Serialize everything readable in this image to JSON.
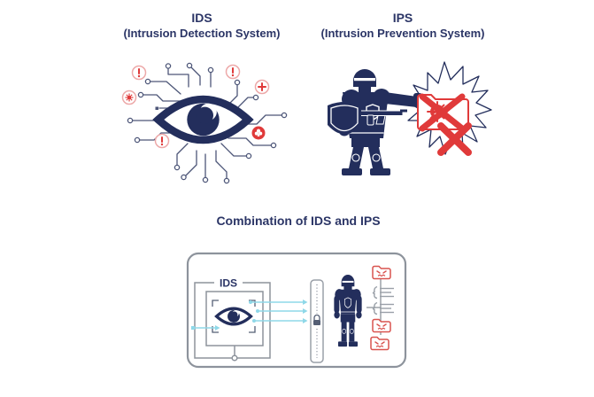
{
  "ids_section": {
    "title": "IDS",
    "subtitle": "(Intrusion Detection System)"
  },
  "ips_section": {
    "title": "IPS",
    "subtitle": "(Intrusion Prevention System)"
  },
  "combination_section": {
    "title": "Combination of IDS and IPS",
    "ids_box_label": "IDS"
  },
  "icons": {
    "ids_illustration": "eye-with-circuit-traces-and-threat-badges",
    "ids_badges": [
      "alert-exclamation-icon",
      "virus-icon",
      "alert-exclamation-icon",
      "alert-exclamation-icon",
      "medical-cross-icon",
      "malware-bug-icon"
    ],
    "ips_illustration": "armored-guard-with-shield-blocking-malware-folder",
    "ips_elements": [
      "guard-knight-icon",
      "shield-icon",
      "rifle-icon",
      "burst-icon",
      "blocked-folder-icon",
      "virus-icon",
      "block-x-icon"
    ],
    "combination_elements": [
      "eye-scanner-icon",
      "focus-brackets-icon",
      "flow-arrows",
      "filter-bar-icon",
      "padlock-icon",
      "guard-knight-icon",
      "malware-folder-icon",
      "log-list-icon"
    ]
  },
  "colors": {
    "navy": "#232e5c",
    "title_navy": "#2b3566",
    "red": "#e03a3a",
    "badge_ring_pink": "#eda9a9",
    "cyan": "#8fd8e8",
    "box_gray": "#8d939c",
    "circuit_gray": "#4d5678",
    "background": "#ffffff"
  }
}
